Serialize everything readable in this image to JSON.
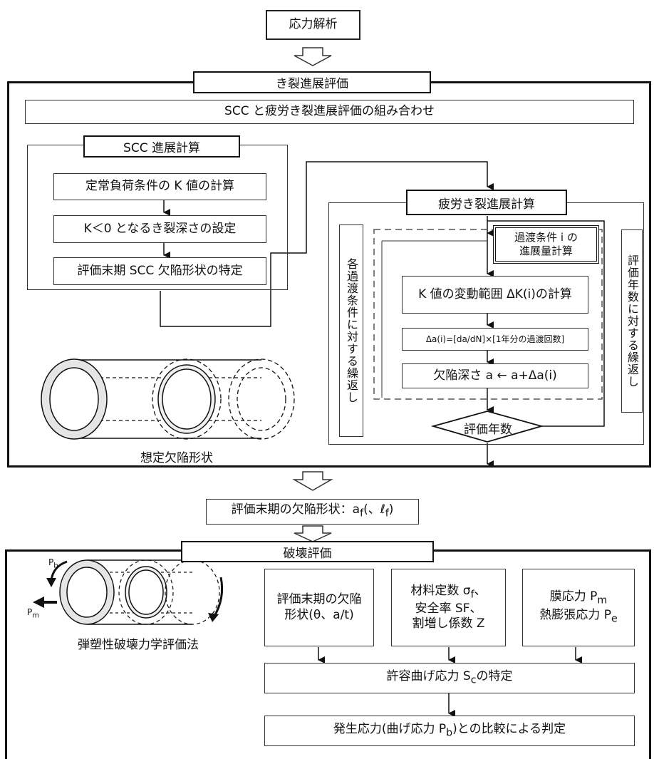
{
  "stress_analysis": "応力解析",
  "crack_growth_eval": {
    "title": "き裂進展評価",
    "combination": "SCC と疲労き裂進展評価の組み合わせ"
  },
  "scc": {
    "title": "SCC 進展計算",
    "step1": "定常負荷条件の K 値の計算",
    "step2": "K＜0 となるき裂深さの設定",
    "step3": "評価末期 SCC 欠陥形状の特定"
  },
  "assumed_defect_label": "想定欠陥形状",
  "fatigue": {
    "title": "疲労き裂進展計算",
    "transient_line1": "過渡条件 i の",
    "transient_line2": "進展量計算",
    "delta_k": "K 値の変動範囲 ΔK(i)の計算",
    "delta_a": "Δa(i)=[da/dN]×[1年分の過渡回数]",
    "depth": "欠陥深さ a ← a+Δa(i)",
    "years": "評価年数",
    "loop_transient": "各過渡条件に対する繰返し",
    "loop_years": "評価年数に対する繰返し"
  },
  "final_shape": "評価末期の欠陥形状：a",
  "final_shape_sub": "f",
  "final_shape_tail": "(、ℓ",
  "final_shape_sub2": "f",
  "final_shape_close": ")",
  "fracture": {
    "title": "破壊評価",
    "pb": "P",
    "pb_sub": "b",
    "pm": "P",
    "pm_sub": "m",
    "method": "弾塑性破壊力学評価法",
    "defect_line1": "評価末期の欠陥",
    "defect_line2": "形状(θ、a/t)",
    "material_line1": "材料定数 σ",
    "material_line1_sub": "f",
    "material_line1_tail": "、",
    "material_line2": "安全率 SF、",
    "material_line3": "割増し係数 Z",
    "membrane_line1": "膜応力 P",
    "membrane_line1_sub": "m",
    "membrane_line2": "熱膨張応力 P",
    "membrane_line2_sub": "e",
    "allowable": "許容曲げ応力 S",
    "allowable_sub": "c",
    "allowable_tail": "の特定",
    "judgement": "発生応力(曲げ応力 P",
    "judgement_sub": "b",
    "judgement_tail": ")との比較による判定"
  }
}
